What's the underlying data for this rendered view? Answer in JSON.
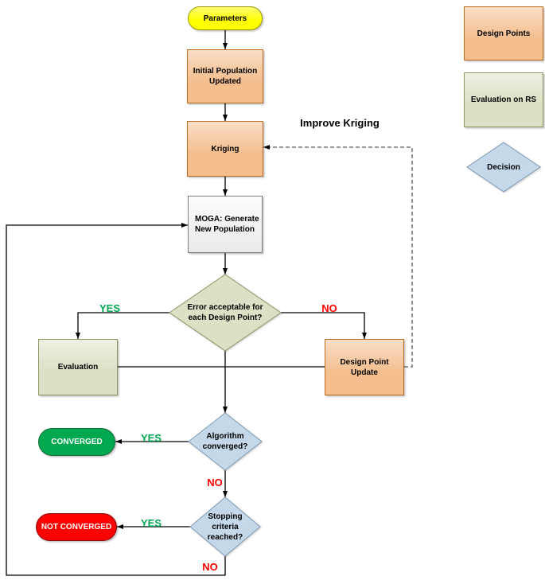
{
  "nodes": {
    "parameters": "Parameters",
    "initial_population": "Initial Population Updated",
    "kriging": "Kriging",
    "moga": "MOGA: Generate New Population",
    "error_acceptable": "Error acceptable for each Design Point?",
    "evaluation": "Evaluation",
    "design_point_update": "Design Point Update",
    "algorithm_converged": "Algorithm converged?",
    "converged": "CONVERGED",
    "stopping_criteria": "Stopping criteria reached?",
    "not_converged": "NOT CONVERGED"
  },
  "edge_labels": {
    "yes": "YES",
    "no": "NO",
    "improve_kriging": "Improve Kriging"
  },
  "legend": {
    "design_points": "Design Points",
    "evaluation_on_rs": "Evaluation on RS",
    "decision": "Decision"
  },
  "colors": {
    "yellow_fill": "#FFFF00",
    "yellow_border": "#999900",
    "orange_fill": "#F4BE8E",
    "orange_border": "#BE6C22",
    "olive_fill": "#DCE0C4",
    "olive_border": "#8F9665",
    "blue_fill": "#C4D8E9",
    "blue_border": "#7E9AB5",
    "gray_border": "#7F7F7F",
    "green_fill": "#00A84F",
    "green_border": "#156A38",
    "red_fill": "#FF0000",
    "red_border": "#8B0F12",
    "yes": "#00A651",
    "no": "#FF0000",
    "line": "#000000",
    "dashed_line": "#595959"
  }
}
